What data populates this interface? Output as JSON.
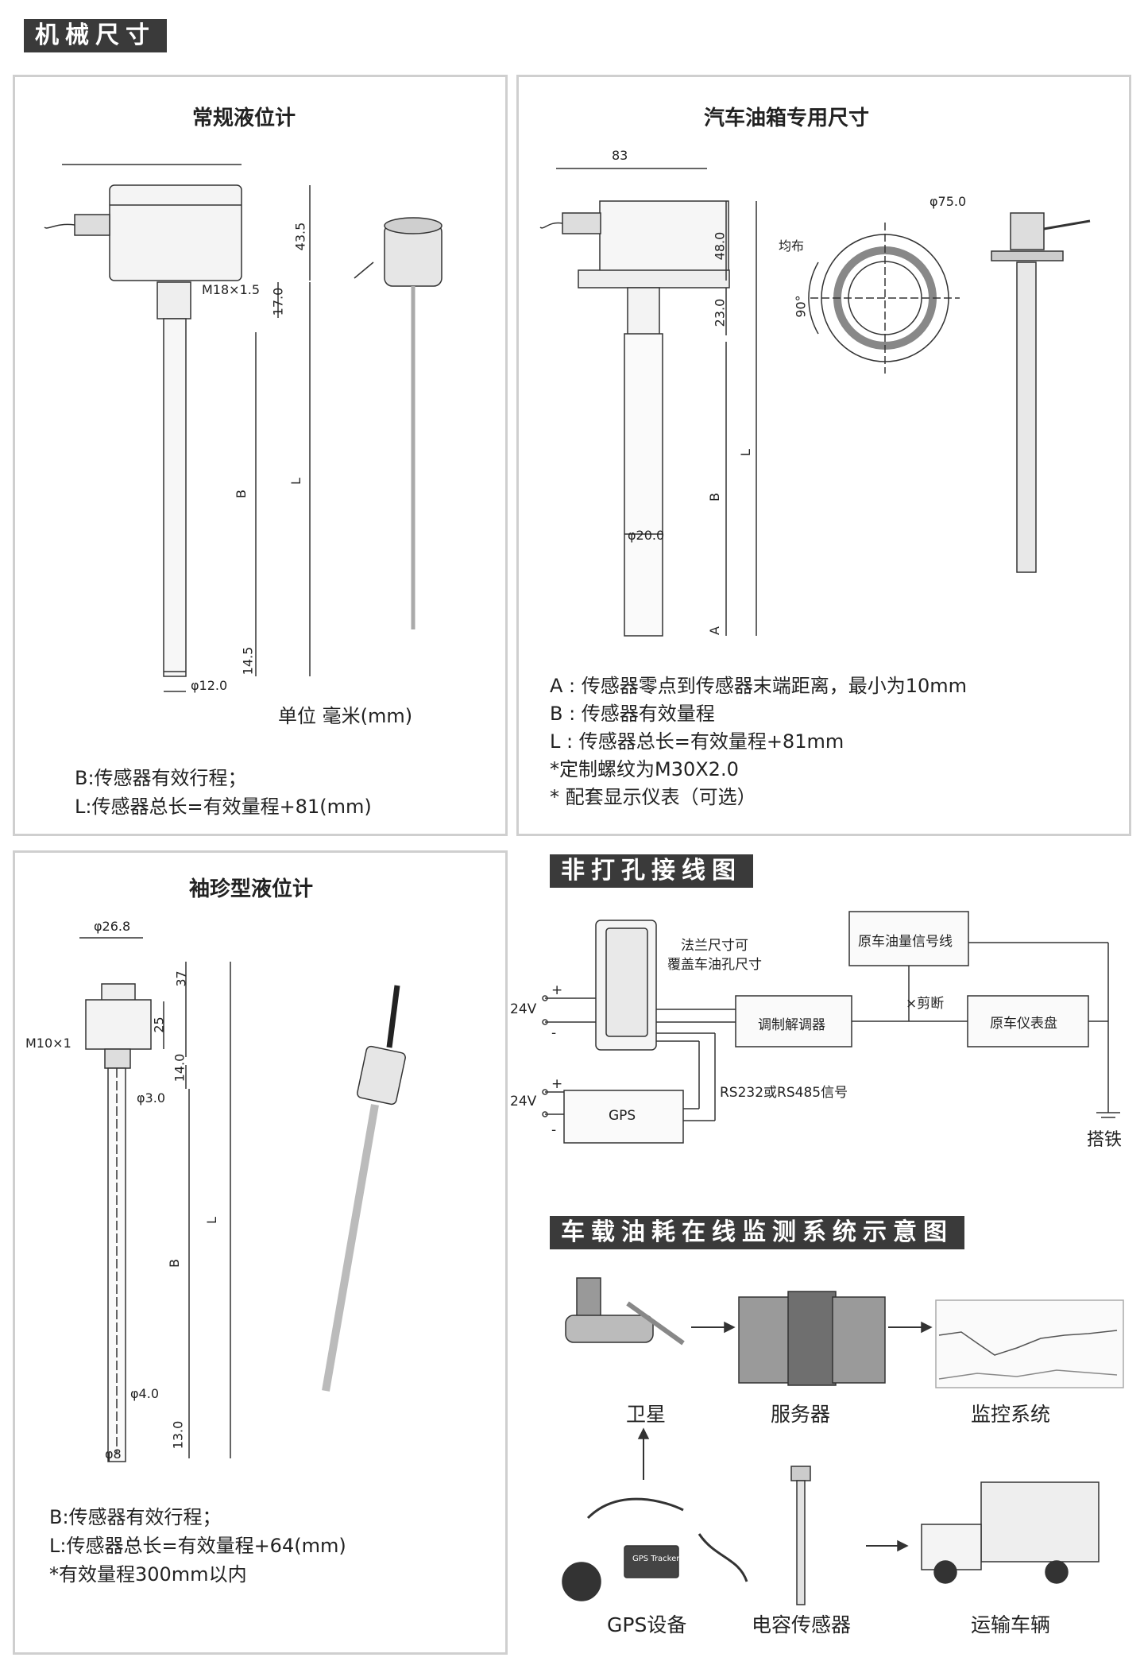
{
  "section_mech": "机械尺寸",
  "section_wiring": "非打孔接线图",
  "section_system": "车载油耗在线监测系统示意图",
  "panel1": {
    "title": "常规液位计",
    "dims": {
      "w": "",
      "h1": "43.5",
      "thread": "M18×1.5",
      "h2": "17.0",
      "B": "B",
      "L": "L",
      "h3": "14.5",
      "dia": "φ12.0"
    },
    "unit": "单位 毫米(mm)",
    "note1": "B:传感器有效行程；",
    "note2": "L:传感器总长=有效量程+81(mm)"
  },
  "panel2": {
    "title": "汽车油箱专用尺寸",
    "dims": {
      "w": "83",
      "h1": "48.0",
      "h2": "23.0",
      "L": "L",
      "B": "B",
      "dia": "φ20.0",
      "A": "A",
      "flange": "φ75.0",
      "even": "均布",
      "angle": "90°"
    },
    "notes": [
      "A : 传感器零点到传感器末端距离，最小为10mm",
      "B : 传感器有效量程",
      "L : 传感器总长=有效量程+81mm",
      "*定制螺纹为M30X2.0",
      "* 配套显示仪表（可选）"
    ]
  },
  "panel3": {
    "title": "袖珍型液位计",
    "dims": {
      "top": "φ26.8",
      "h1": "37",
      "h2": "25",
      "thread": "M10×1",
      "h3": "14.0",
      "d1": "φ3.0",
      "L": "L",
      "B": "B",
      "d2": "φ4.0",
      "h4": "13.0",
      "d3": "φ8"
    },
    "note1": "B:传感器有效行程；",
    "note2": "L:传感器总长=有效量程+64(mm)",
    "note3": "*有效量程300mm以内"
  },
  "wiring": {
    "flange": "法兰尺寸可\n覆盖车油孔尺寸",
    "orig_signal": "原车油量信号线",
    "cut": "×剪断",
    "modem": "调制解调器",
    "dashboard": "原车仪表盘",
    "v1": "24V",
    "v2": "24V",
    "plus": "+",
    "minus": "-",
    "rs": "RS232或RS485信号",
    "gps": "GPS",
    "ground": "搭铁"
  },
  "system": {
    "satellite": "卫星",
    "server": "服务器",
    "monitor": "监控系统",
    "gps_device": "GPS设备",
    "sensor": "电容传感器",
    "truck": "运输车辆",
    "tracker_label": "GPS Tracker"
  }
}
